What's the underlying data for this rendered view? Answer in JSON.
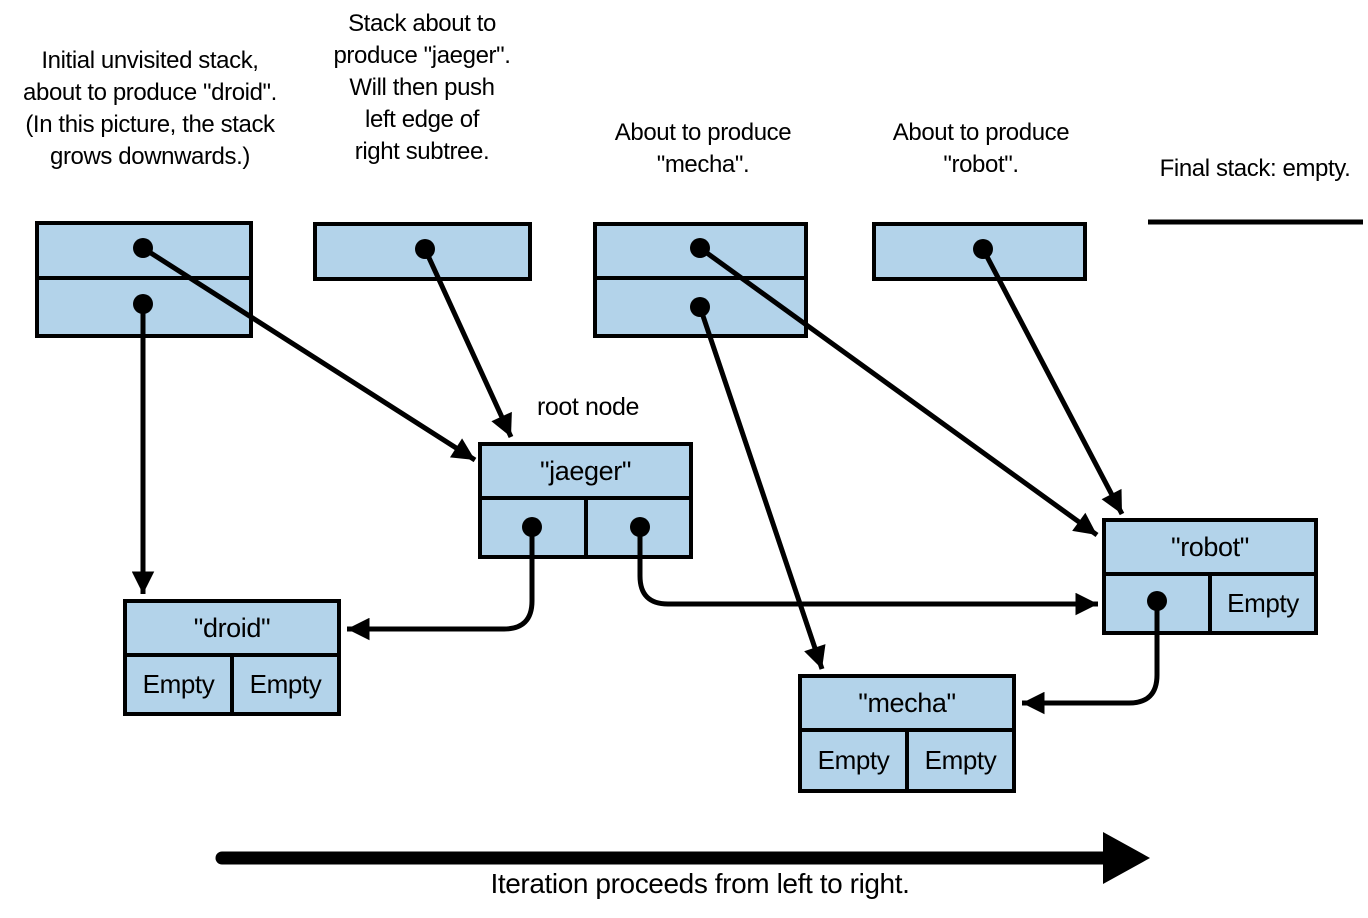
{
  "captions": {
    "stack1": "Initial unvisited stack,\nabout to produce \"droid\".\n(In this picture, the stack\ngrows downwards.)",
    "stack2": "Stack about to\nproduce \"jaeger\".\nWill then push\nleft edge of\nright subtree.",
    "stack3": "About to produce\n\"mecha\".",
    "stack4": "About to produce\n\"robot\".",
    "final_stack": "Final stack: empty."
  },
  "annotations": {
    "root_node": "root node",
    "iteration": "Iteration proceeds from left to right."
  },
  "nodes": {
    "jaeger": {
      "label": "\"jaeger\""
    },
    "droid": {
      "label": "\"droid\"",
      "left": "Empty",
      "right": "Empty"
    },
    "mecha": {
      "label": "\"mecha\"",
      "left": "Empty",
      "right": "Empty"
    },
    "robot": {
      "label": "\"robot\"",
      "right": "Empty"
    }
  },
  "colors": {
    "node_fill": "#b3d3ea",
    "line": "#000000"
  }
}
